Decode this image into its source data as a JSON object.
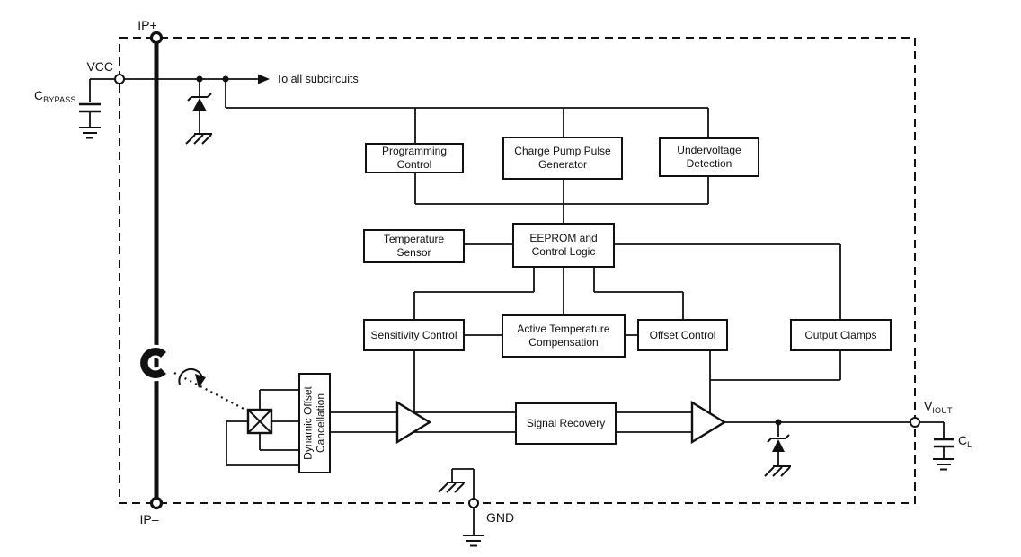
{
  "diagram": {
    "labels": {
      "ip_plus": "IP+",
      "ip_minus": "IP–",
      "vcc": "VCC",
      "gnd": "GND",
      "to_all_subcircuits": "To all subcircuits",
      "c_bypass_main": "C",
      "c_bypass_sub": "BYPASS",
      "v_iout_main": "V",
      "v_iout_sub": "IOUT",
      "c_l_main": "C",
      "c_l_sub": "L"
    },
    "blocks": {
      "programming_control": "Programming\nControl",
      "charge_pump_pulse_generator": "Charge Pump Pulse\nGenerator",
      "undervoltage_detection": "Undervoltage\nDetection",
      "temperature_sensor": "Temperature\nSensor",
      "eeprom_control_logic": "EEPROM and\nControl Logic",
      "sensitivity_control": "Sensitivity Control",
      "active_temperature_compensation": "Active Temperature\nCompensation",
      "offset_control": "Offset Control",
      "output_clamps": "Output Clamps",
      "signal_recovery": "Signal Recovery",
      "dynamic_offset_cancellation": "Dynamic Offset\nCancellation"
    },
    "colors": {
      "line": "#111111",
      "background": "#ffffff"
    }
  }
}
